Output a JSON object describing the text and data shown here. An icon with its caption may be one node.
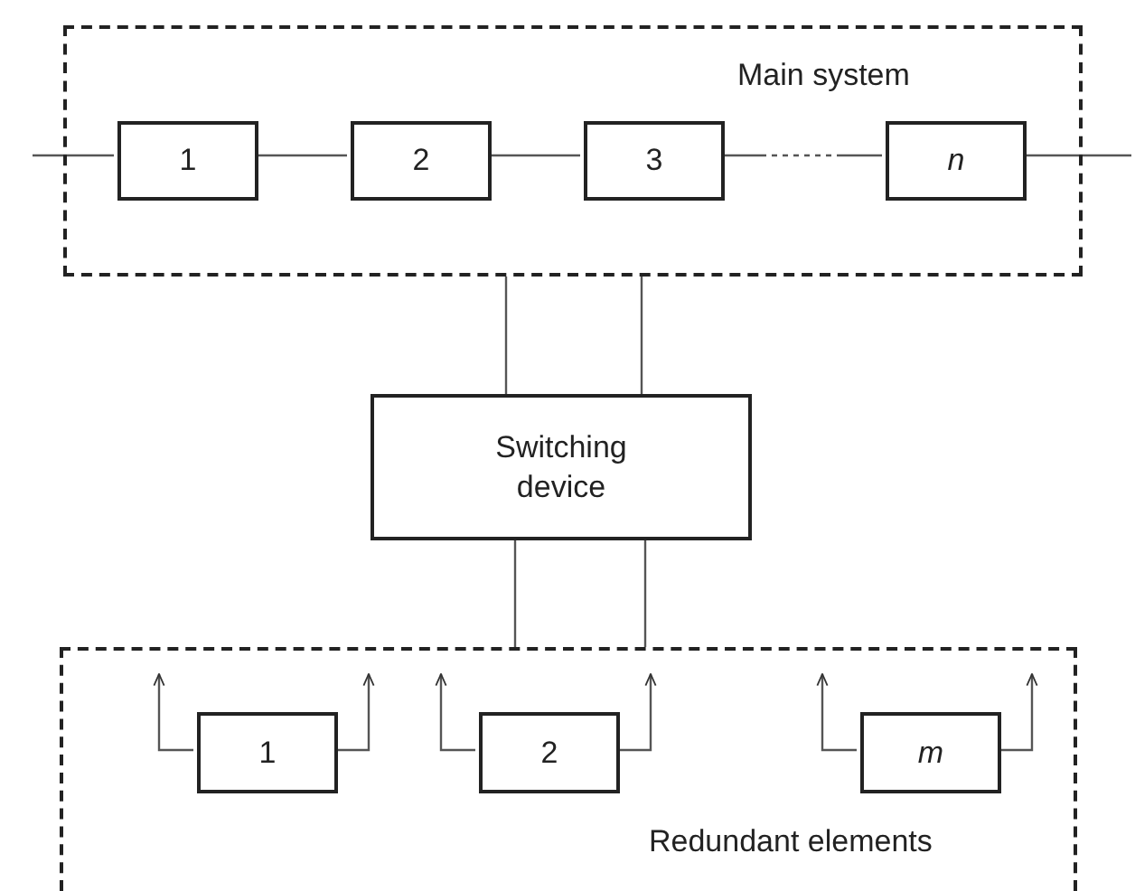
{
  "diagram": {
    "nodes": [
      {
        "text": [
          "Main system"
        ]
      },
      {
        "text": [
          "1"
        ],
        "in": 0
      },
      {
        "text": [
          "2"
        ],
        "in": 0
      },
      {
        "text": [
          "3"
        ],
        "in": 0
      },
      {
        "text": [
          "n"
        ],
        "in": 0
      },
      {
        "text": [
          "Switching device"
        ]
      },
      {
        "text": [
          "Redundant elements"
        ]
      },
      {
        "text": [
          "1"
        ],
        "in": 6
      },
      {
        "text": [
          "2"
        ],
        "in": 6
      },
      {
        "text": [
          "m"
        ],
        "in": 6
      }
    ],
    "edges": [
      {
        "from": null,
        "to": 1,
        "arrow": "none"
      },
      {
        "from": 1,
        "to": 2,
        "arrow": "none"
      },
      {
        "from": 2,
        "to": 3,
        "arrow": "none"
      },
      {
        "from": 3,
        "to": 4,
        "arrow": "none",
        "style": "dashed"
      },
      {
        "from": 4,
        "to": null,
        "arrow": "none"
      },
      {
        "from": 0,
        "to": 5,
        "arrow": "none"
      },
      {
        "from": 0,
        "to": 5,
        "arrow": "none"
      },
      {
        "from": 5,
        "to": 6,
        "arrow": "none"
      },
      {
        "from": 5,
        "to": 6,
        "arrow": "none"
      },
      {
        "from": 7,
        "to": null,
        "arrow": "to"
      },
      {
        "from": 7,
        "to": null,
        "arrow": "to"
      },
      {
        "from": 8,
        "to": null,
        "arrow": "to"
      },
      {
        "from": 8,
        "to": null,
        "arrow": "to"
      },
      {
        "from": 9,
        "to": null,
        "arrow": "to"
      },
      {
        "from": 9,
        "to": null,
        "arrow": "to"
      }
    ]
  }
}
